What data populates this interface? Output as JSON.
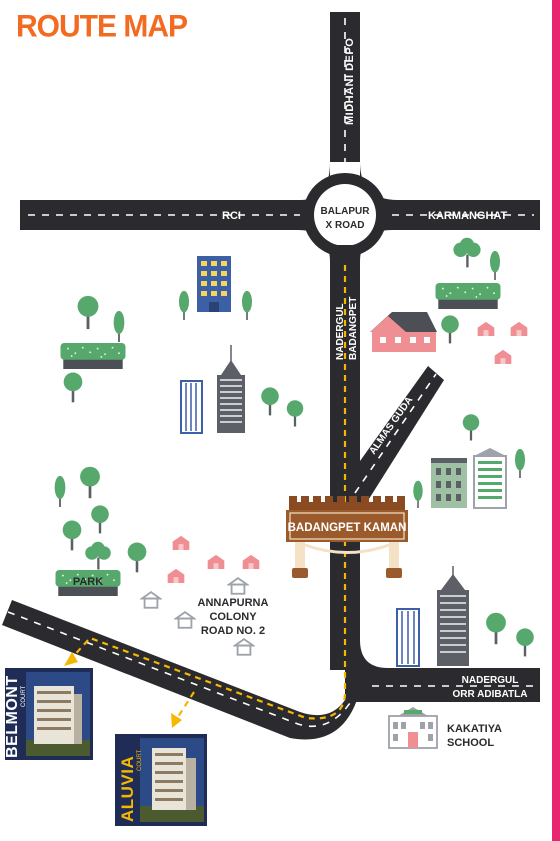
{
  "title": "ROUTE MAP",
  "roads": {
    "midhani": "MIDHANI DEPO",
    "rci": "RCI",
    "karmanghat": "KARMANGHAT",
    "junction_line1": "BALAPUR",
    "junction_line2": "X ROAD",
    "nadergul_badangpet_line1": "NADERGUL",
    "nadergul_badangpet_line2": "BADANGPET",
    "almas_guda": "ALMAS GUDA",
    "nadergul_orr_line1": "NADERGUL",
    "nadergul_orr_line2": "ORR ADIBATLA"
  },
  "landmarks": {
    "kaman": "BADANGPET KAMAN",
    "park": "PARK",
    "annapurna_line1": "ANNAPURNA",
    "annapurna_line2": "COLONY",
    "annapurna_line3": "ROAD NO. 2",
    "school_line1": "KAKATIYA",
    "school_line2": "SCHOOL"
  },
  "projects": {
    "belmont_name": "BELMONT",
    "belmont_sub": "COURT",
    "aluvia_name": "ALUVIA",
    "aluvia_sub": "COURT"
  },
  "colors": {
    "title": "#f26b21",
    "road": "#2b2a2e",
    "route": "#f5b800",
    "tree": "#56a86d",
    "house": "#ef8e93",
    "building_blue": "#3c5fa6",
    "kaman": "#9b5a2b",
    "edge": "#e7266f"
  }
}
